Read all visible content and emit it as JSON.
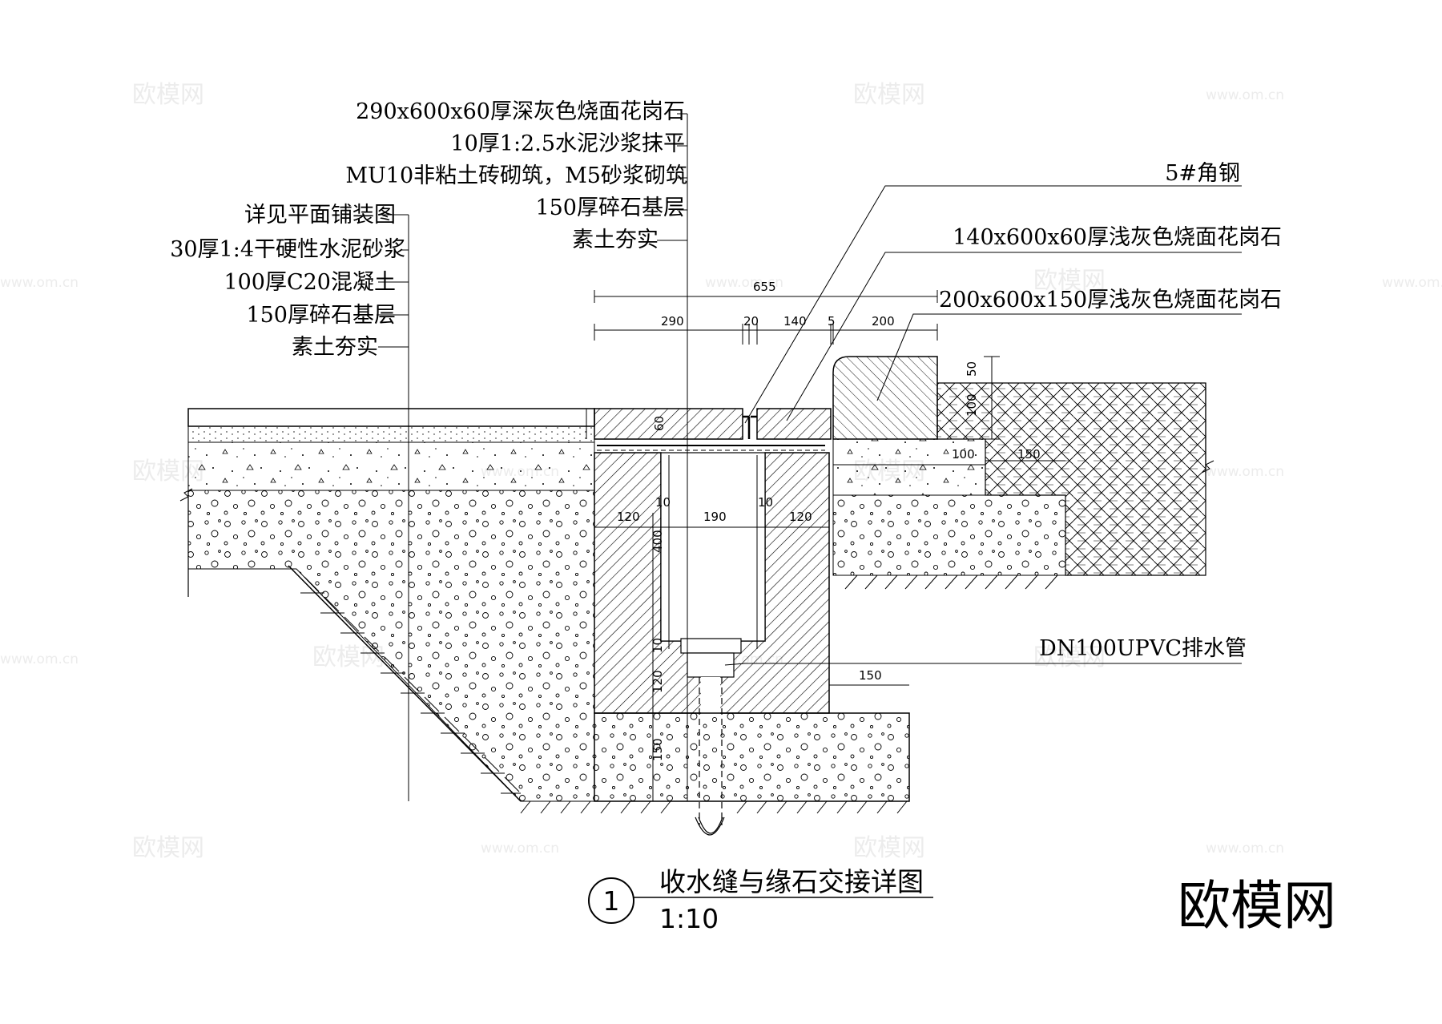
{
  "labels_left": [
    "详见平面铺装图",
    "30厚1:4干硬性水泥砂浆",
    "100厚C20混凝土",
    "150厚碎石基层",
    "素土夯实"
  ],
  "labels_center": [
    "290x600x60厚深灰色烧面花岗石",
    "10厚1:2.5水泥沙浆抹平",
    "MU10非粘土砖砌筑，M5砂浆砌筑",
    "150厚碎石基层",
    "素土夯实"
  ],
  "labels_right": {
    "angle_steel": "5#角钢",
    "granite_140": "140x600x60厚浅灰色烧面花岗石",
    "granite_200": "200x600x150厚浅灰色烧面花岗石",
    "drain_pipe": "DN100UPVC排水管"
  },
  "dimensions": {
    "total": "655",
    "d290": "290",
    "d20": "20",
    "d140": "140",
    "d5": "5",
    "d200": "200",
    "d60": "60",
    "d50": "50",
    "d100v": "100",
    "d100h": "100",
    "d150h": "150",
    "d10a": "10",
    "d10b": "10",
    "d120a": "120",
    "d190": "190",
    "d120b": "120",
    "d400": "400",
    "d10c": "10",
    "d120c": "120",
    "d150v": "150",
    "d150b": "150"
  },
  "title": {
    "number": "1",
    "name": "收水缝与缘石交接详图",
    "scale": "1:10"
  },
  "watermark": {
    "brand": "欧模网",
    "url": "www.om.cn"
  }
}
